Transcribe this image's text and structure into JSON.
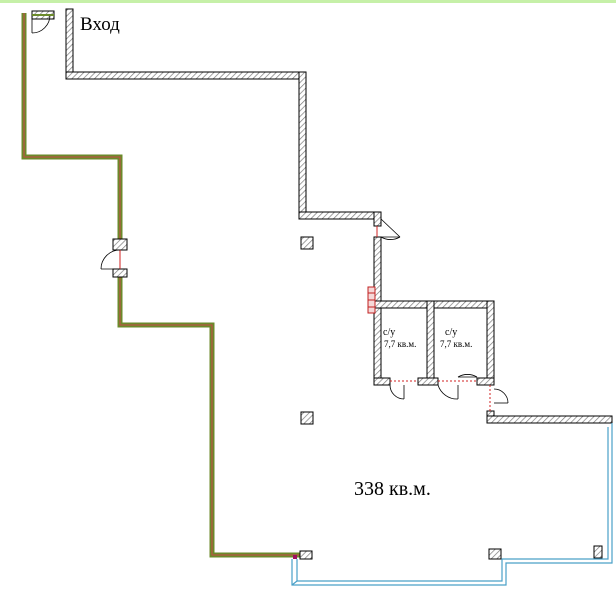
{
  "plan": {
    "entrance_label": "Вход",
    "total_area_label": "338 кв.м.",
    "rooms": [
      {
        "name": "с/у",
        "area": "7,7 кв.м."
      },
      {
        "name": "с/у",
        "area": "7,7 кв.м."
      }
    ]
  },
  "colors": {
    "wall": "#000000",
    "hatch": "#7a7a7a",
    "west_wall_accent": "#6b8a2a",
    "glazing": "#4aa0c8",
    "door_line": "#d02020",
    "top_border": "#c6f0a8"
  }
}
